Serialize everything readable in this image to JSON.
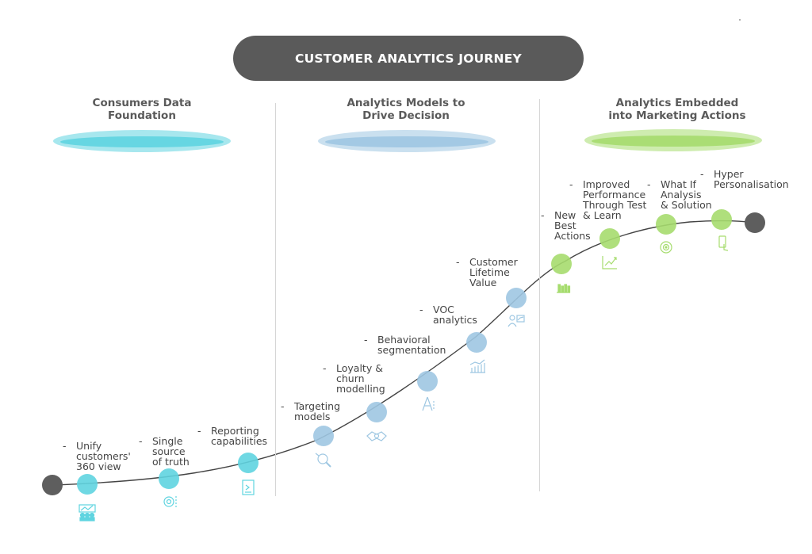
{
  "title": "CUSTOMER ANALYTICS JOURNEY",
  "colors": {
    "title_bg": "#5a5a5a",
    "phase1": "#5fd4e0",
    "phase2": "#9ec7e2",
    "phase3": "#a6dc6e",
    "end_nodes": "#5e5e5e",
    "curve": "#444444"
  },
  "phases": [
    {
      "title_lines": [
        "Consumers Data",
        "Foundation"
      ],
      "color": "#5fd4e0"
    },
    {
      "title_lines": [
        "Analytics Models to",
        "Drive Decision"
      ],
      "color": "#9ec7e2"
    },
    {
      "title_lines": [
        "Analytics Embedded",
        "into Marketing Actions"
      ],
      "color": "#a6dc6e"
    }
  ],
  "steps": [
    {
      "lines": [
        "Unify",
        "customers'",
        "360 view"
      ],
      "phase": 1,
      "icon": "team-chart-icon"
    },
    {
      "lines": [
        "Single",
        "source",
        "of truth"
      ],
      "phase": 1,
      "icon": "database-target-icon"
    },
    {
      "lines": [
        "Reporting",
        "capabilities"
      ],
      "phase": 1,
      "icon": "report-document-icon"
    },
    {
      "lines": [
        "Targeting",
        "models"
      ],
      "phase": 2,
      "icon": "magnifier-target-icon"
    },
    {
      "lines": [
        "Loyalty &",
        "churn",
        "modelling"
      ],
      "phase": 2,
      "icon": "handshake-icon"
    },
    {
      "lines": [
        "Behavioral",
        "segmentation"
      ],
      "phase": 2,
      "icon": "segmentation-icon"
    },
    {
      "lines": [
        "VOC",
        "analytics"
      ],
      "phase": 2,
      "icon": "bar-chart-icon"
    },
    {
      "lines": [
        "Customer",
        "Lifetime",
        "Value"
      ],
      "phase": 2,
      "icon": "person-chart-icon"
    },
    {
      "lines": [
        "New",
        "Best",
        "Actions"
      ],
      "phase": 3,
      "icon": "bars-icon"
    },
    {
      "lines": [
        "Improved",
        "Performance",
        "Through Test",
        "& Learn"
      ],
      "phase": 3,
      "icon": "growth-chart-icon"
    },
    {
      "lines": [
        "What If",
        "Analysis",
        "& Solution"
      ],
      "phase": 3,
      "icon": "target-gear-icon"
    },
    {
      "lines": [
        "Hyper",
        "Personalisation"
      ],
      "phase": 3,
      "icon": "mobile-touch-icon"
    }
  ]
}
